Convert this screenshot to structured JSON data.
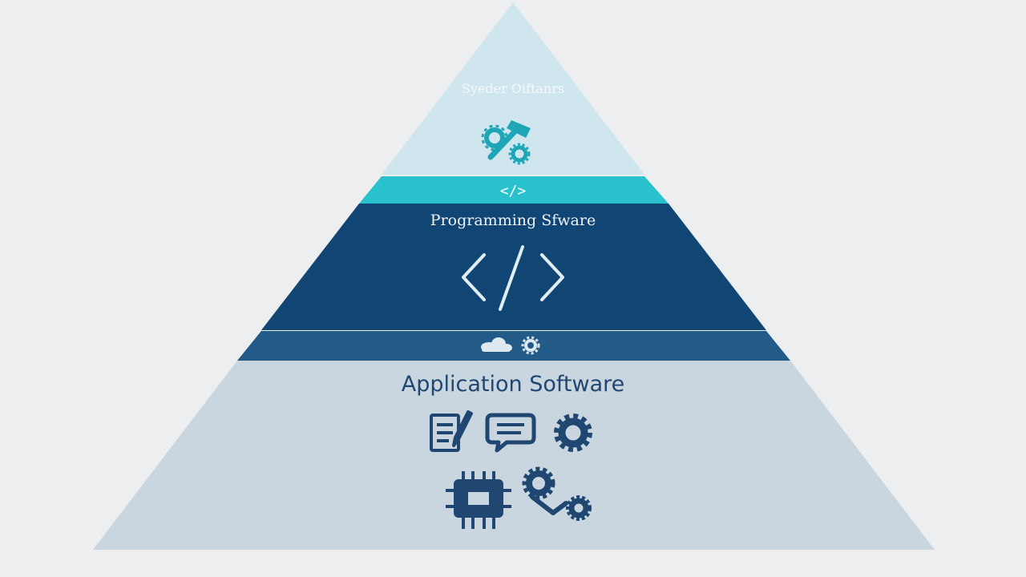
{
  "diagram": {
    "layers": [
      {
        "label": "Syeder Oiftanrs",
        "icon": "hammer-gears-icon"
      },
      {
        "label": "Programming Sfware",
        "icon": "code-brackets-icon"
      },
      {
        "label": "Application Software",
        "icons": [
          "document-pen-icon",
          "chat-bubble-icon",
          "gear-icon",
          "chip-icon",
          "gears-hand-icon"
        ]
      }
    ],
    "bands": [
      {
        "text": "</>",
        "icon": "code-brackets-icon"
      },
      {
        "icons": [
          "cloud-icon",
          "gear-icon"
        ]
      }
    ]
  },
  "colors": {
    "background": "#eceeef",
    "top_layer": "#cfe6ef",
    "teal_band": "#29c2cc",
    "middle_layer": "#114573",
    "middle_band": "#225a88",
    "bottom_layer": "#c9d6e0",
    "icon_dark": "#1f4771",
    "icon_teal": "#1fa6b6"
  }
}
